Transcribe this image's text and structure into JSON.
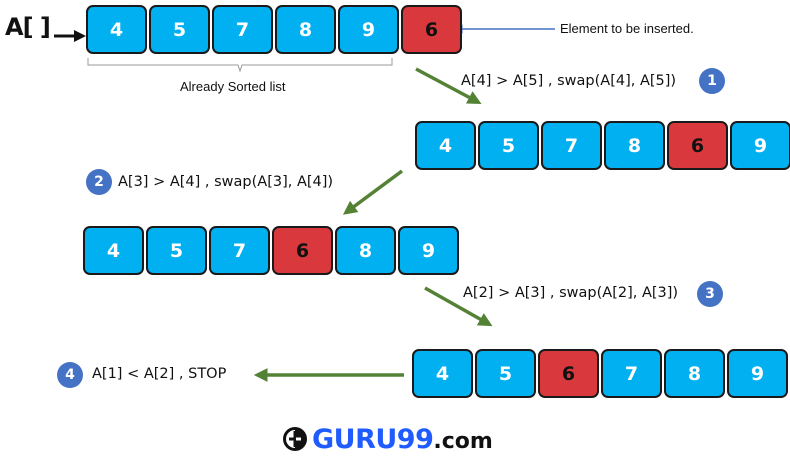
{
  "diagram": {
    "array_label": "A[ ]",
    "inserted_caption": "Element to be inserted.",
    "sorted_caption": "Already Sorted list",
    "colors": {
      "cell": "#00b0f0",
      "highlight": "#d9393c",
      "badge": "#4472c4",
      "arrow": "#548235",
      "pointer": "#4472c4"
    },
    "rows": [
      {
        "values": [
          "4",
          "5",
          "7",
          "8",
          "9",
          "6"
        ],
        "highlight_index": 5
      },
      {
        "values": [
          "4",
          "5",
          "7",
          "8",
          "6",
          "9"
        ],
        "highlight_index": 4
      },
      {
        "values": [
          "4",
          "5",
          "7",
          "6",
          "8",
          "9"
        ],
        "highlight_index": 3
      },
      {
        "values": [
          "4",
          "5",
          "6",
          "7",
          "8",
          "9"
        ],
        "highlight_index": 2
      }
    ],
    "steps": [
      {
        "number": "1",
        "text": "A[4] > A[5] , swap(A[4], A[5])"
      },
      {
        "number": "2",
        "text": "A[3] > A[4] , swap(A[3], A[4])"
      },
      {
        "number": "3",
        "text": "A[2] > A[3] , swap(A[2], A[3])"
      },
      {
        "number": "4",
        "text": "A[1] < A[2] , STOP"
      }
    ]
  },
  "logo": {
    "brand": "GURU99",
    "tld": ".com"
  }
}
